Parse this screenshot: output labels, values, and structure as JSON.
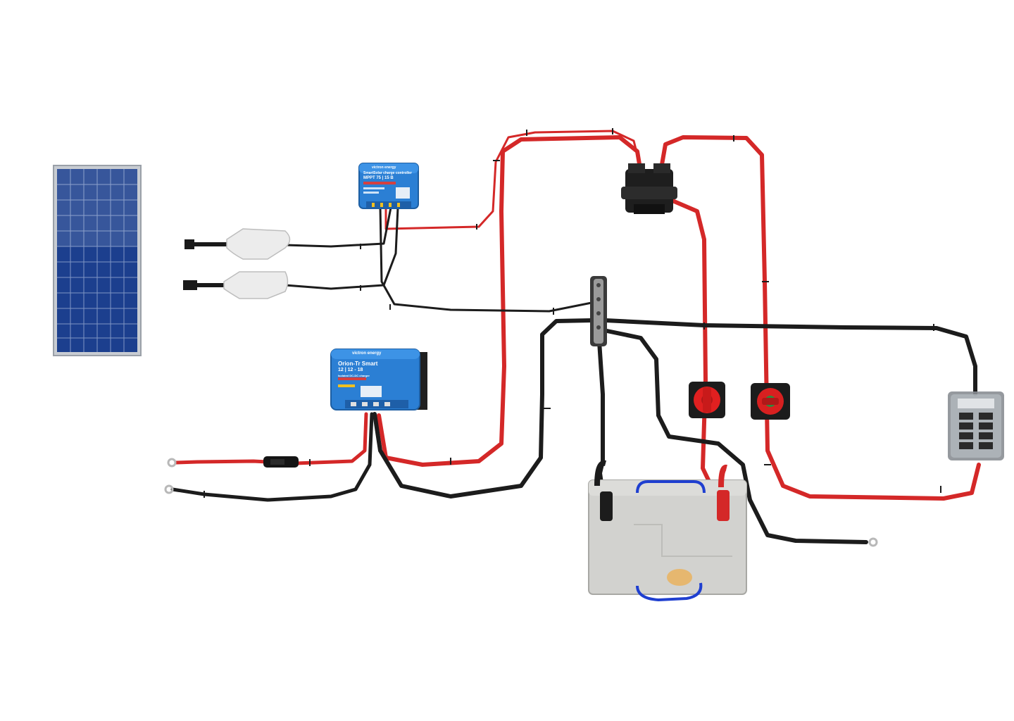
{
  "image": {
    "subject": "solar-and-battery-wiring-kit",
    "colors": {
      "background": "#ffffff",
      "red_cable": "#d42828",
      "black_cable": "#1c1c1c",
      "victron_blue": "#2b7fd4",
      "battery_grey": "#d2d2cf",
      "switch_red": "#e02020",
      "strap_blue": "#1f3fd0"
    }
  },
  "mppt_controller": {
    "brand": "victron energy",
    "model": "SmartSolar charge controller",
    "rating": "MPPT 75 | 15 B"
  },
  "orion_charger": {
    "brand": "victron energy",
    "model": "Orion-Tr Smart",
    "rating": "12 | 12 - 18",
    "subtitle": "Isolated DC-DC charger"
  }
}
